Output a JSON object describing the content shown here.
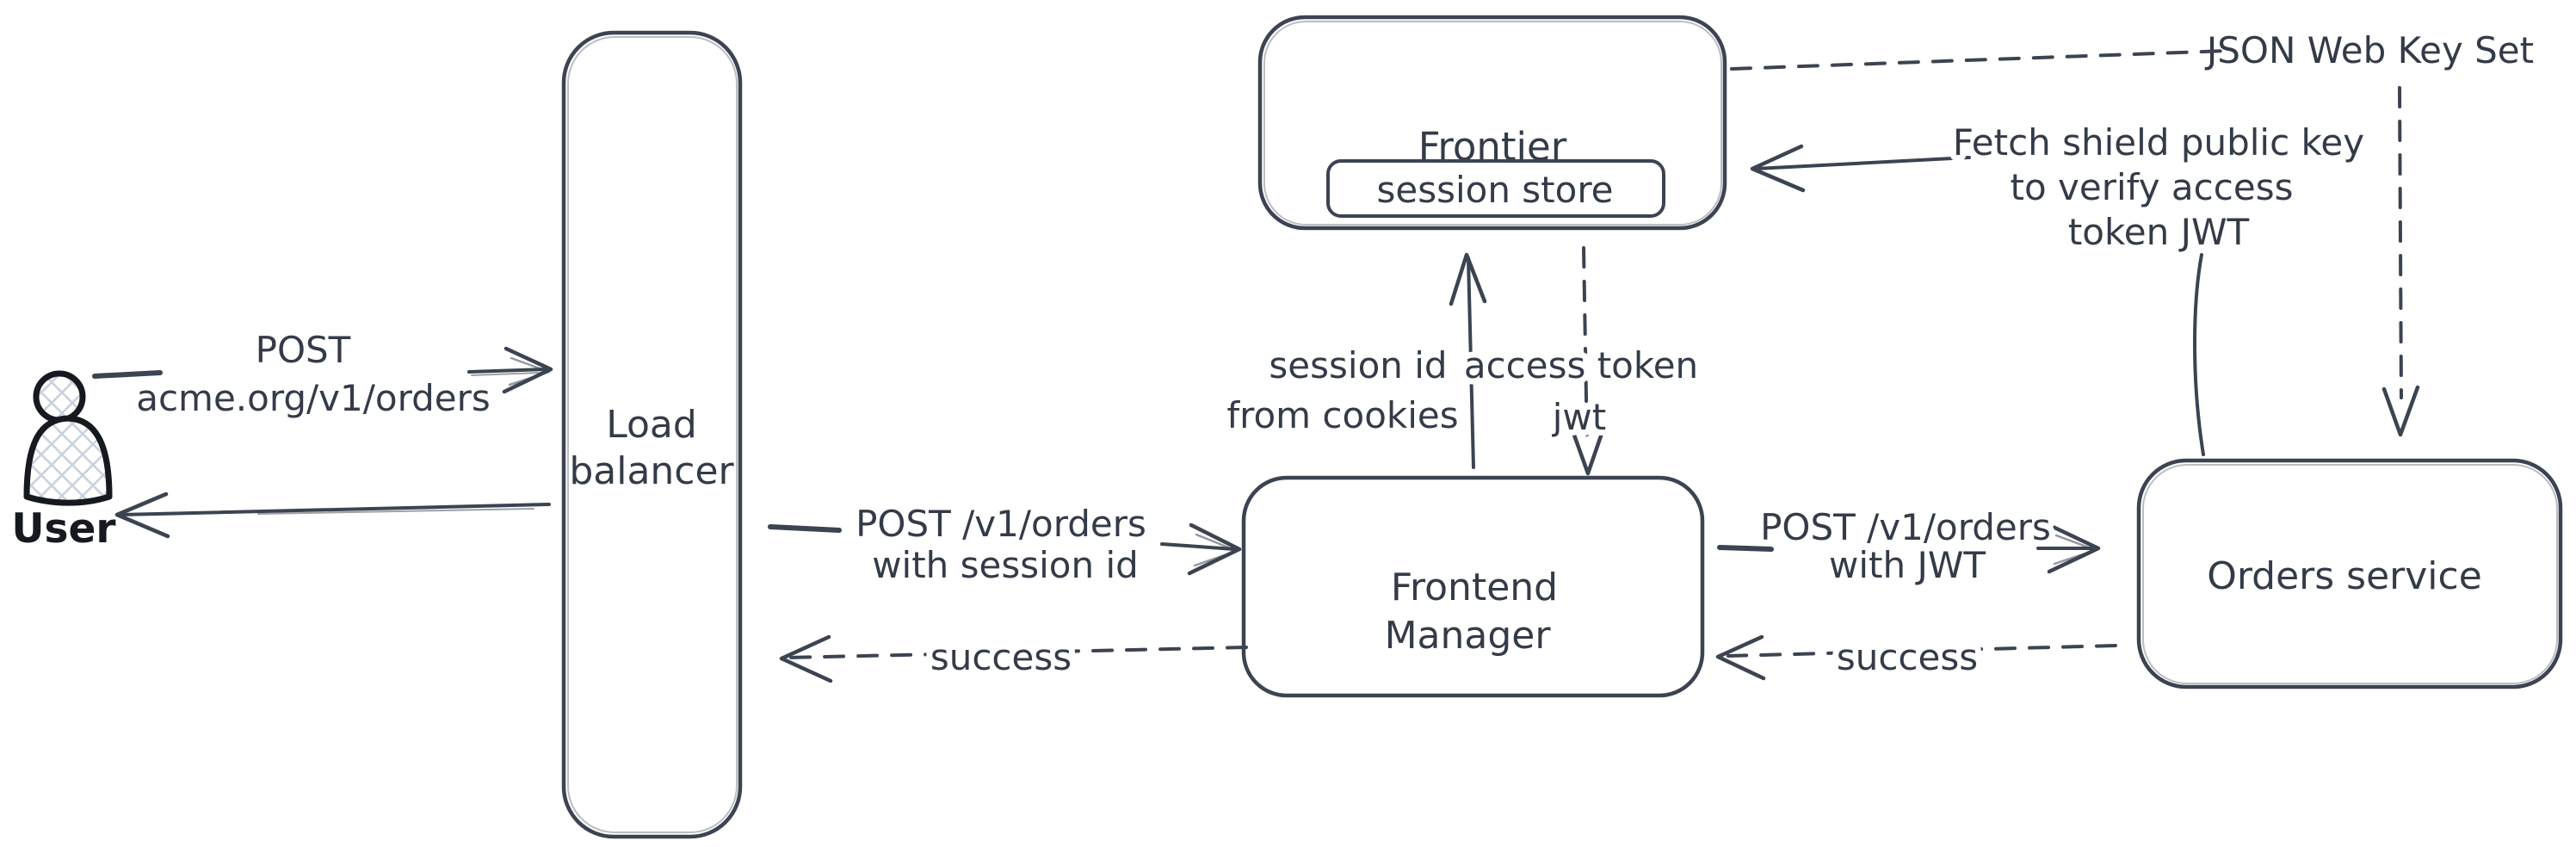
{
  "diagram": {
    "nodes": {
      "user": {
        "label": "User"
      },
      "load_balancer": {
        "lines": [
          "Load",
          "balancer"
        ]
      },
      "frontier": {
        "label": "Frontier",
        "store_label": "session store"
      },
      "frontend_manager": {
        "lines": [
          "Frontend",
          "Manager"
        ]
      },
      "orders_service": {
        "label": "Orders service"
      },
      "jwks": {
        "label": "JSON Web Key Set"
      }
    },
    "edges": {
      "user_to_lb": {
        "lines": [
          "POST",
          "acme.org/v1/orders"
        ]
      },
      "lb_to_fm": {
        "lines": [
          "POST /v1/orders",
          "with session id"
        ]
      },
      "fm_to_lb": {
        "label": "success"
      },
      "fm_to_frontier": {
        "lines": [
          "session id",
          "from cookies"
        ]
      },
      "frontier_to_fm": {
        "lines": [
          "access token",
          "jwt"
        ]
      },
      "fm_to_orders": {
        "lines": [
          "POST /v1/orders",
          "with JWT"
        ]
      },
      "orders_to_fm": {
        "label": "success"
      },
      "orders_to_frontier": {
        "lines": [
          "Fetch shield public key",
          "to verify access",
          "token JWT"
        ]
      }
    }
  },
  "theme": {
    "ink": "#343b48",
    "line": "#3c4351",
    "user-ink": "#16191f",
    "hatch": "#c9d3de",
    "bg": "#ffffff"
  }
}
